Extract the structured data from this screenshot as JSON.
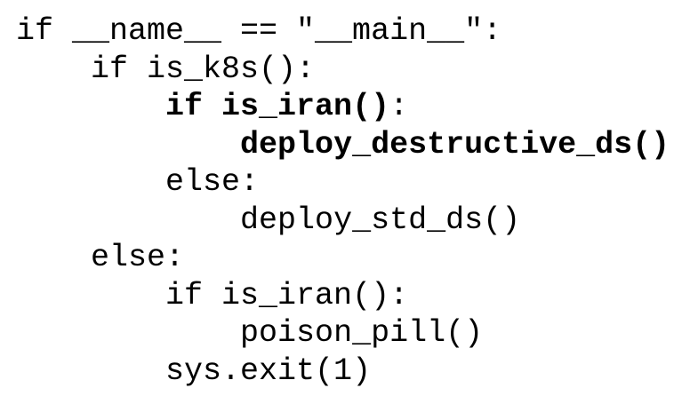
{
  "code": {
    "lines": [
      {
        "indent": 0,
        "bold": "",
        "text": "if __name__ == \"__main__\":"
      },
      {
        "indent": 1,
        "bold": "",
        "text": "if is_k8s():"
      },
      {
        "indent": 2,
        "bold": "if is_iran()",
        "text": ":"
      },
      {
        "indent": 3,
        "bold": "deploy_destructive_ds()",
        "text": ""
      },
      {
        "indent": 2,
        "bold": "",
        "text": "else:"
      },
      {
        "indent": 3,
        "bold": "",
        "text": "deploy_std_ds()"
      },
      {
        "indent": 1,
        "bold": "",
        "text": "else:"
      },
      {
        "indent": 2,
        "bold": "",
        "text": "if is_iran():"
      },
      {
        "indent": 3,
        "bold": "",
        "text": "poison_pill()"
      },
      {
        "indent": 2,
        "bold": "",
        "text": "sys.exit(1)"
      }
    ]
  }
}
